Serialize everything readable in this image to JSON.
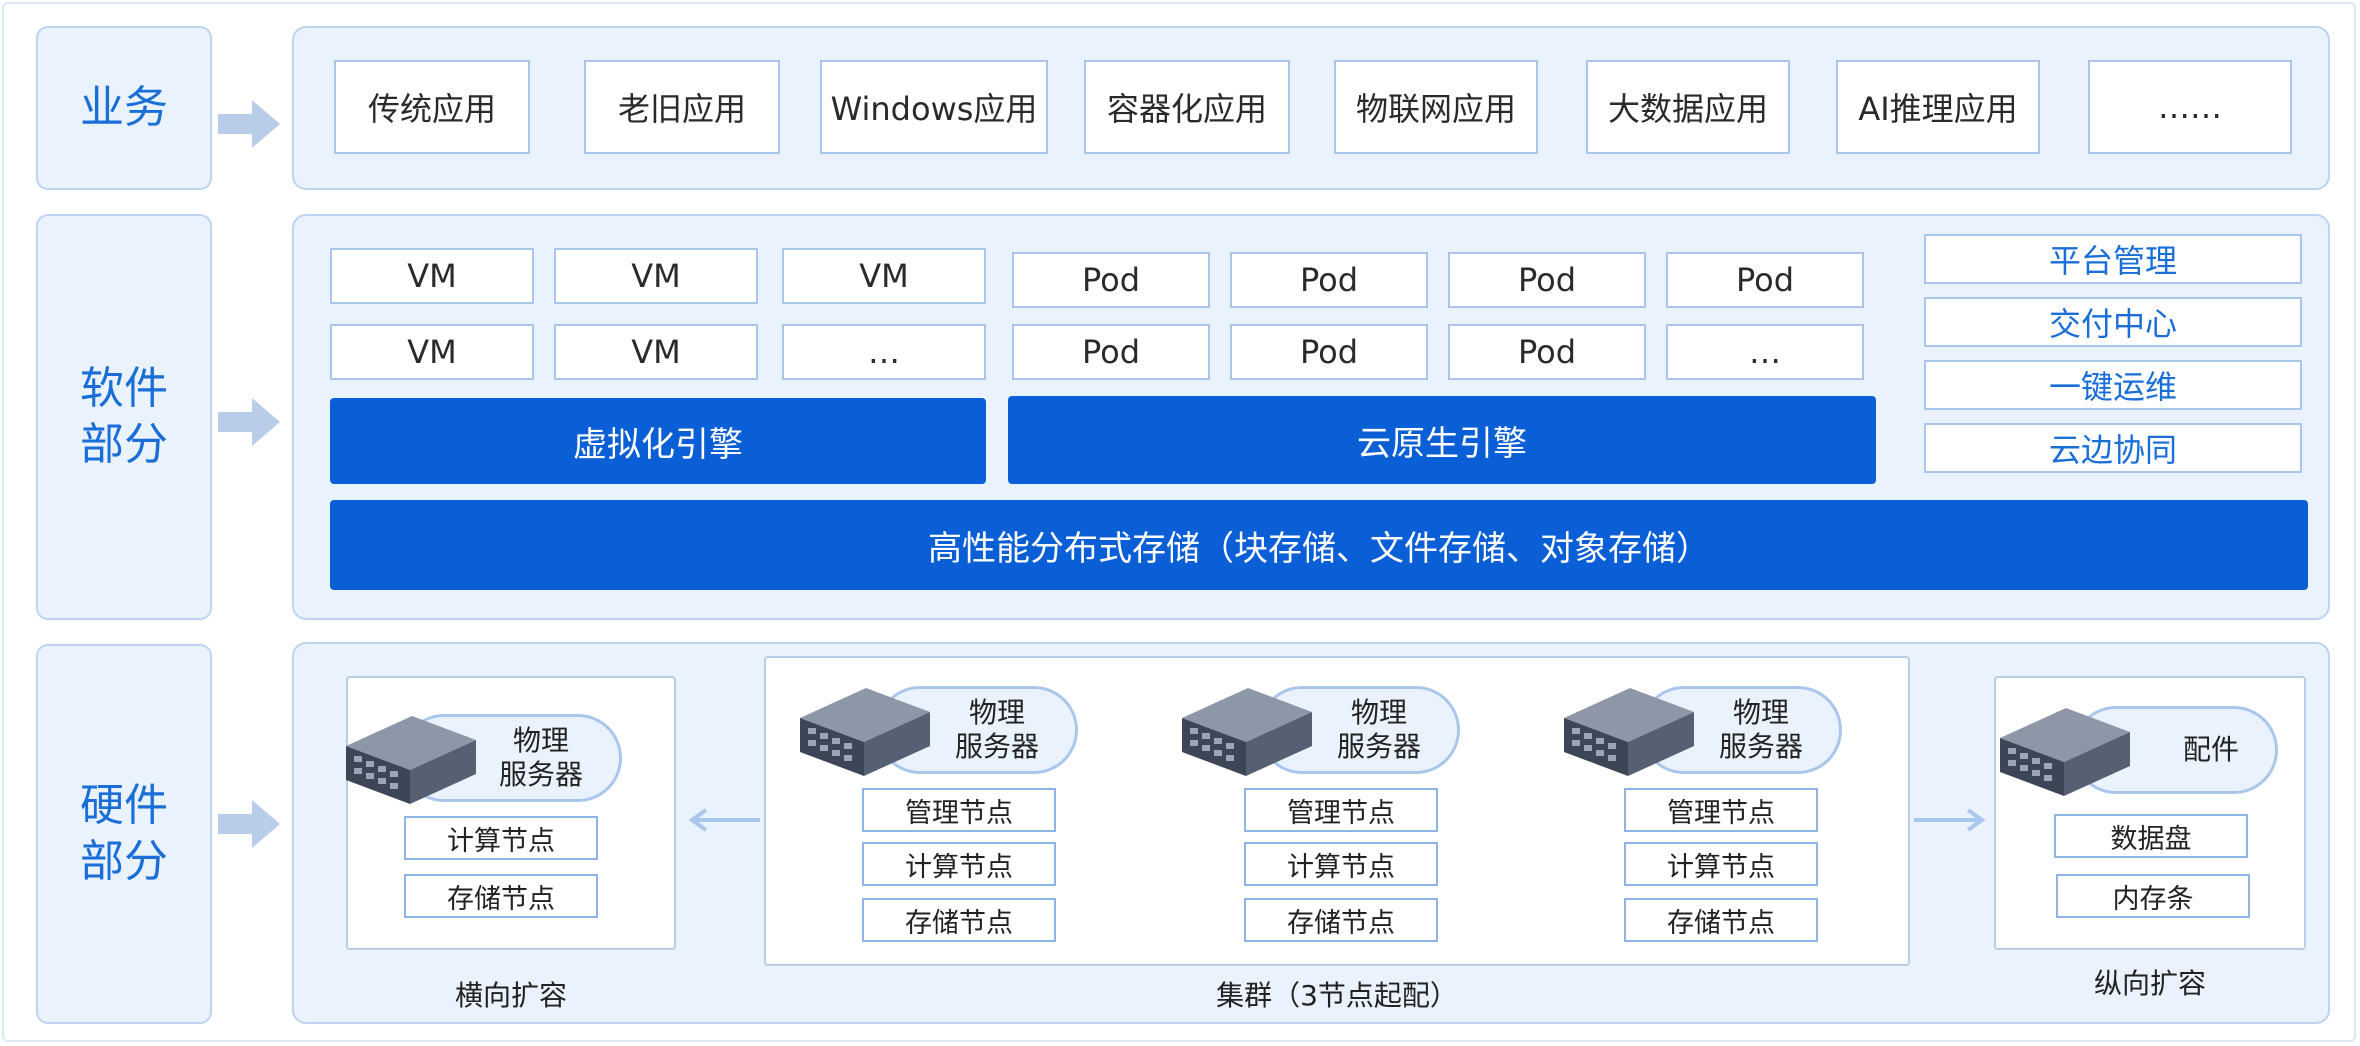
{
  "layers": {
    "business": "业务",
    "software": "软件\n部分",
    "hardware": "硬件\n部分"
  },
  "apps": [
    "传统应用",
    "老旧应用",
    "Windows应用",
    "容器化应用",
    "物联网应用",
    "大数据应用",
    "AI推理应用",
    "……"
  ],
  "vm": {
    "row1": [
      "VM",
      "VM",
      "VM"
    ],
    "row2": [
      "VM",
      "VM",
      "…"
    ]
  },
  "pod": {
    "row1": [
      "Pod",
      "Pod",
      "Pod",
      "Pod"
    ],
    "row2": [
      "Pod",
      "Pod",
      "Pod",
      "…"
    ]
  },
  "engines": {
    "virtualization": "虚拟化引擎",
    "cloud_native": "云原生引擎"
  },
  "storage": "高性能分布式存储（块存储、文件存储、对象存储）",
  "management": [
    "平台管理",
    "交付中心",
    "一键运维",
    "云边协同"
  ],
  "hardware": {
    "scale_out": {
      "server": "物理\n服务器",
      "nodes": [
        "计算节点",
        "存储节点"
      ],
      "caption": "横向扩容"
    },
    "cluster": {
      "servers": [
        {
          "label": "物理\n服务器",
          "nodes": [
            "管理节点",
            "计算节点",
            "存储节点"
          ]
        },
        {
          "label": "物理\n服务器",
          "nodes": [
            "管理节点",
            "计算节点",
            "存储节点"
          ]
        },
        {
          "label": "物理\n服务器",
          "nodes": [
            "管理节点",
            "计算节点",
            "存储节点"
          ]
        }
      ],
      "caption": "集群（3节点起配）"
    },
    "scale_up": {
      "part": "配件",
      "items": [
        "数据盘",
        "内存条"
      ],
      "caption": "纵向扩容"
    }
  },
  "colors": {
    "accent": "#0a5fd6",
    "label_text": "#1a6ed8",
    "panel_bg": "#eaf3fd",
    "border": "#bcd4f2"
  }
}
